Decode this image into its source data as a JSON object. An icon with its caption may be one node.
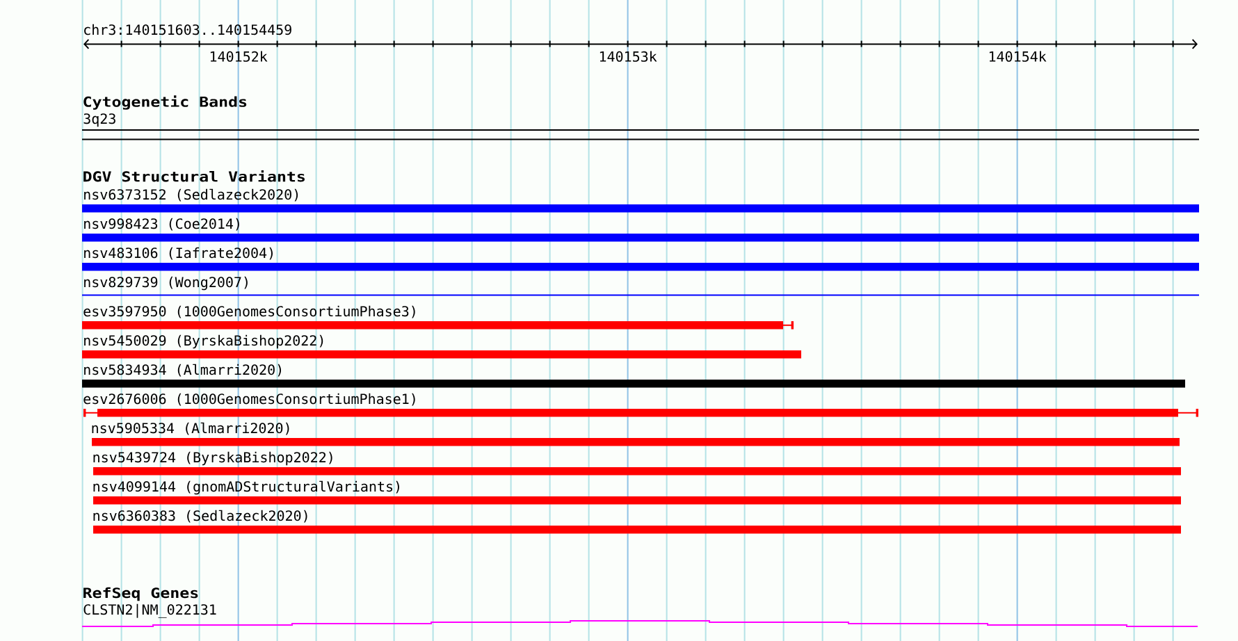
{
  "diagram": {
    "labels": [
      "chr3:140151603..140154459",
      "140152k",
      "140153k",
      "140154k",
      "Cytogenetic Bands",
      "3q23",
      "DGV Structural Variants",
      "nsv6373152 (Sedlazeck2020)",
      "nsv998423 (Coe2014)",
      "nsv483106 (Iafrate2004)",
      "nsv829739 (Wong2007)",
      "esv3597950 (1000GenomesConsortiumPhase3)",
      "nsv5450029 (ByrskaBishop2022)",
      "nsv5834934 (Almarri2020)",
      "esv2676006 (1000GenomesConsortiumPhase1)",
      "nsv5905334 (Almarri2020)",
      "nsv5439724 (ByrskaBishop2022)",
      "nsv4099144 (gnomADStructuralVariants)",
      "nsv6360383 (Sedlazeck2020)",
      "RefSeq Genes",
      "CLSTN2|NM_022131"
    ]
  }
}
